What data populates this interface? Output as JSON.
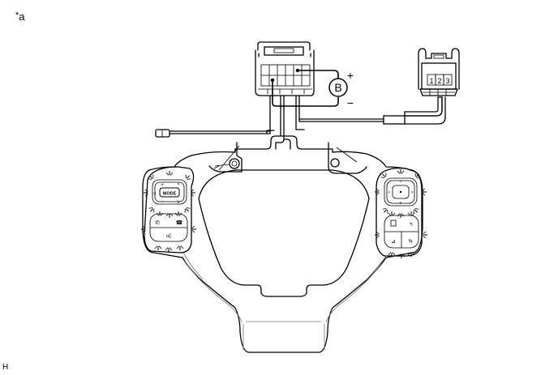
{
  "diagram": {
    "type": "steering-pad-switch-inspection",
    "labels": {
      "callout": "*a",
      "callout_star": "*",
      "callout_letter": "a",
      "footer_code": "H"
    },
    "battery": {
      "symbol": "B",
      "positive": "+",
      "negative": "−"
    },
    "connector_small": {
      "pins": [
        "1",
        "2",
        "3"
      ]
    },
    "left_switch": {
      "center_button": "MODE"
    },
    "colors": {
      "line": "#000000",
      "background": "#ffffff",
      "secondary_line": "#777777"
    }
  }
}
